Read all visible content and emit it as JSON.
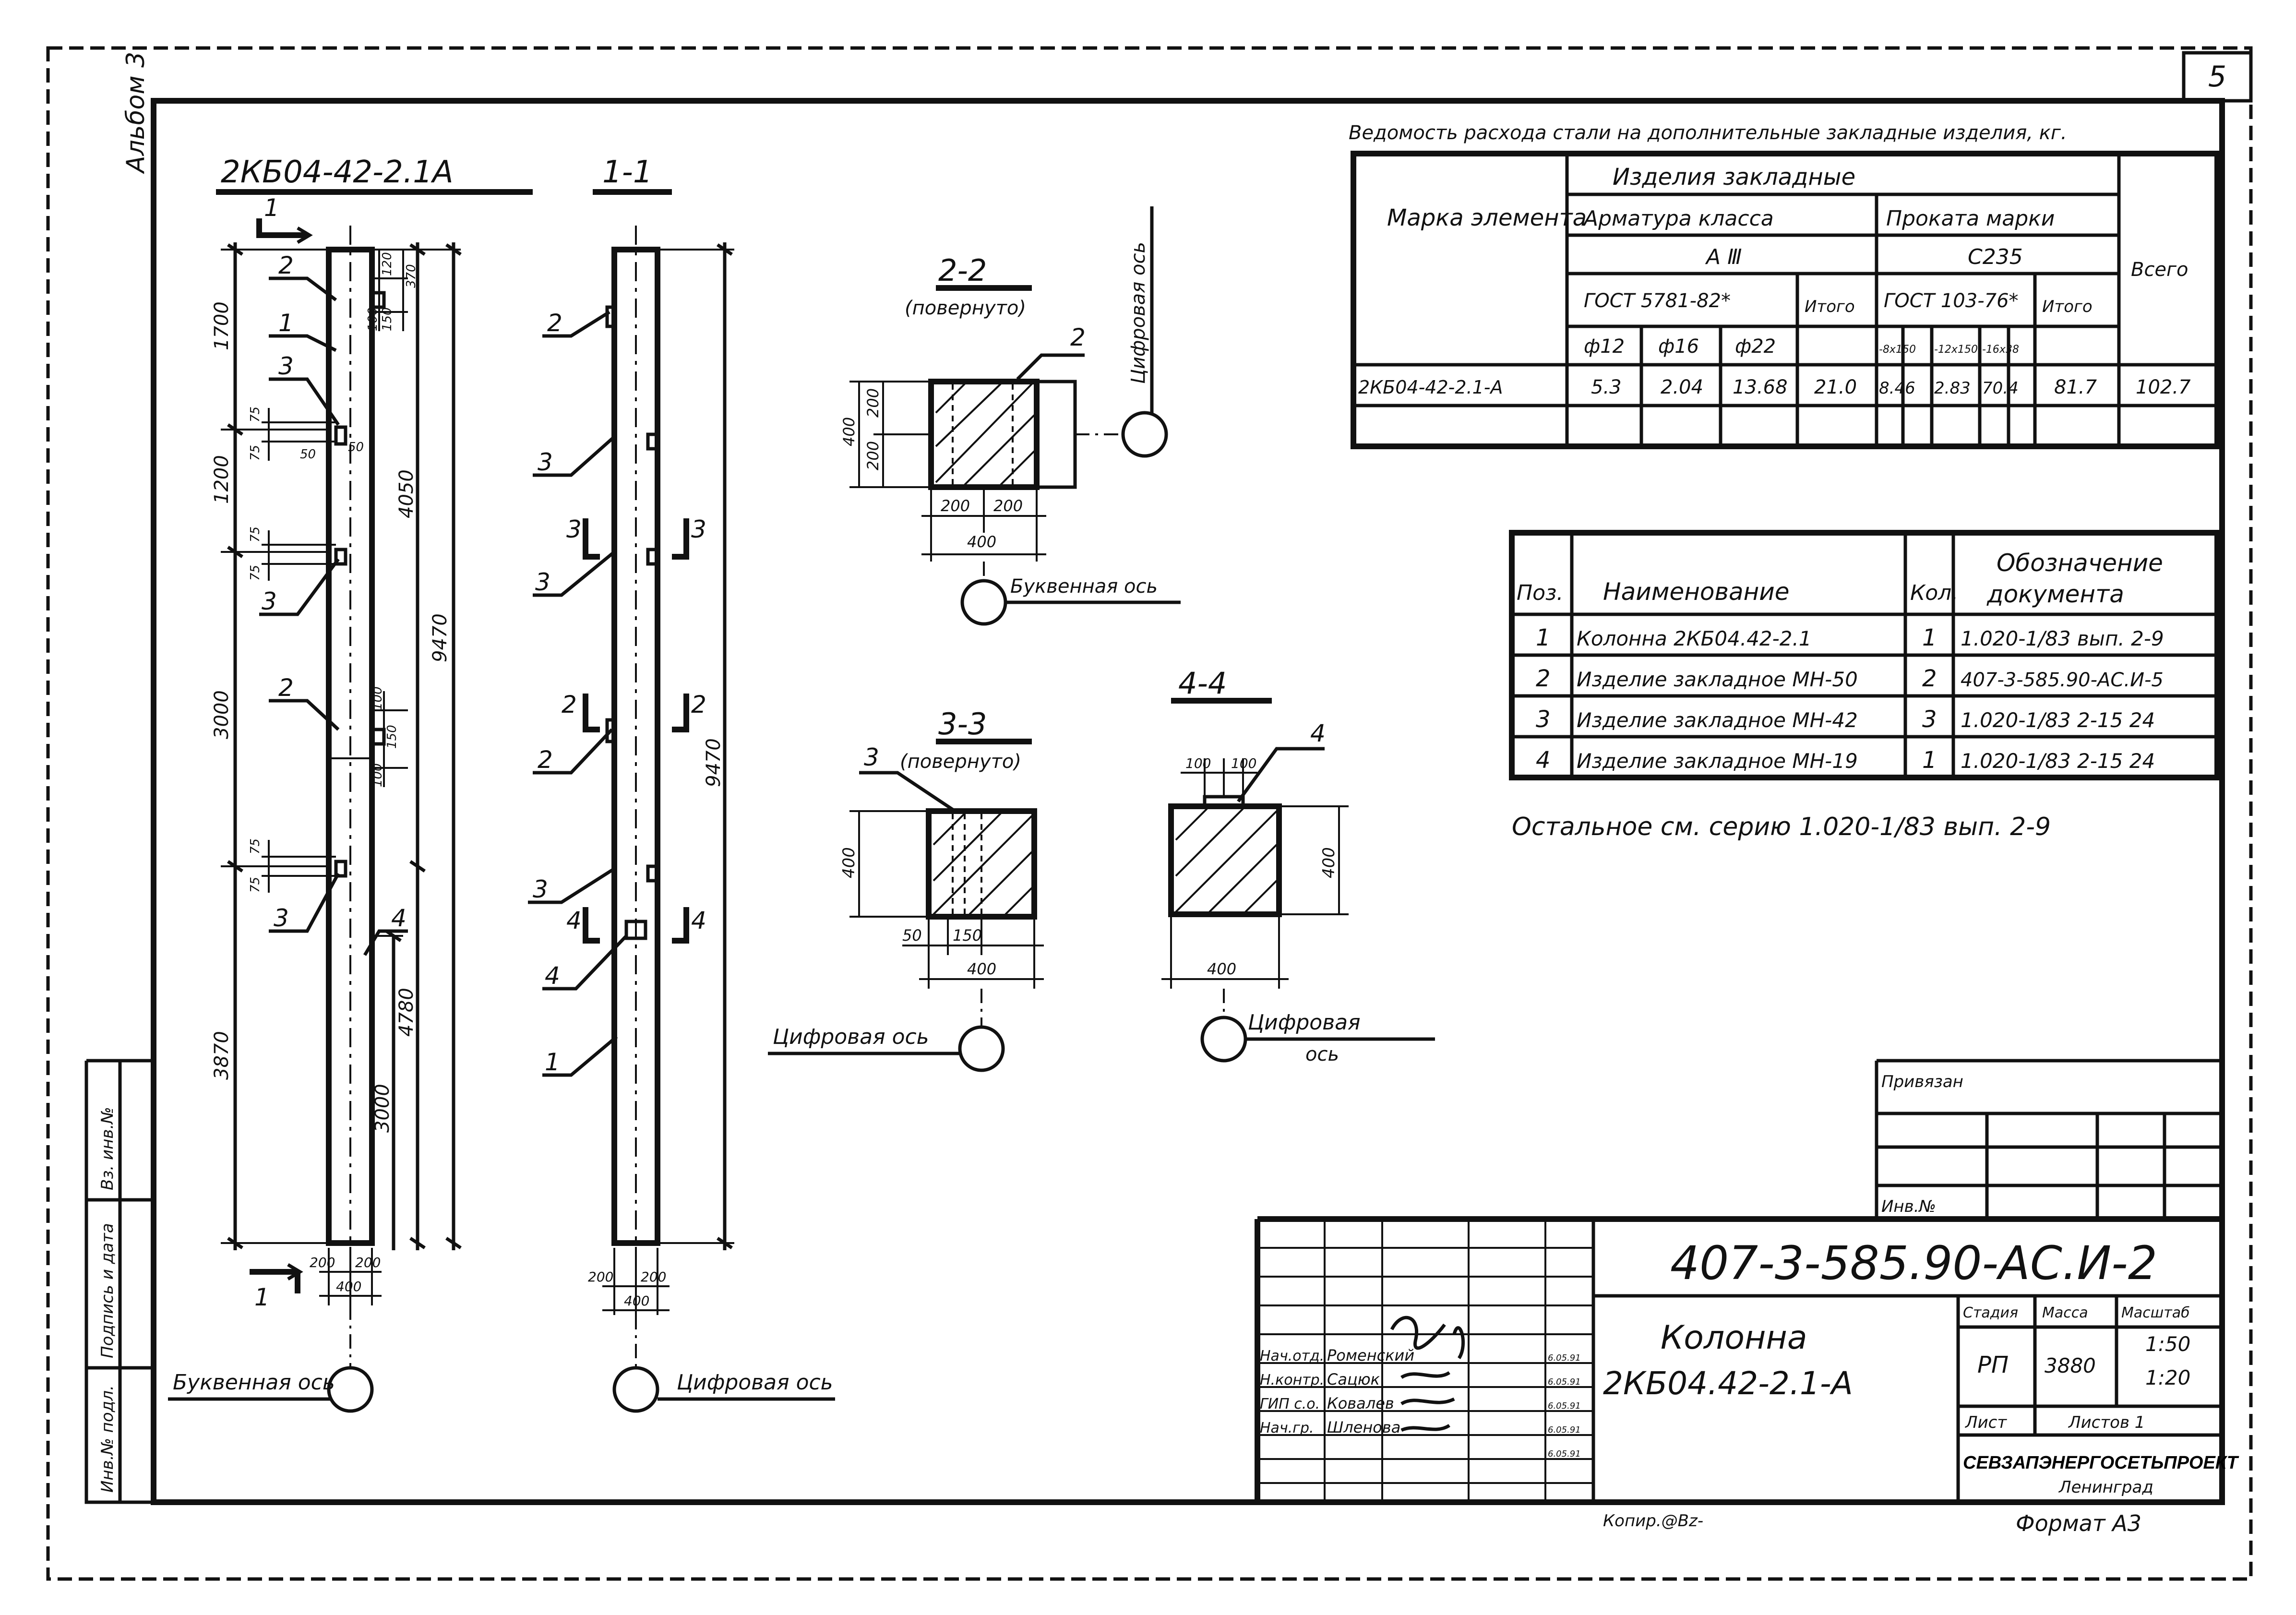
{
  "sheet": {
    "page_number": "5",
    "album_label": "Альбом 3",
    "stamp_row_labels": [
      "Инв.№ подл.",
      "Подпись и дата",
      "Вз. инв.№"
    ],
    "bottom_notes": {
      "copied_by": "Копир.@Bz-",
      "format": "Формат А3"
    }
  },
  "views": {
    "elevation_a": {
      "title": "2КБ04-42-2.1А",
      "section_mark": "1",
      "left_dims": [
        "1700",
        "1200",
        "3000",
        "3870"
      ],
      "middle_dims": [
        "4050",
        "4780",
        "3000"
      ],
      "outer_dim": "9470",
      "small_dims": [
        "120",
        "100",
        "150",
        "370",
        "75",
        "75",
        "50",
        "50",
        "75",
        "75",
        "100",
        "150",
        "100",
        "75",
        "75"
      ],
      "callouts": [
        "2",
        "1",
        "3",
        "3",
        "2",
        "3",
        "4"
      ],
      "width_dims": [
        "200",
        "200",
        "400"
      ],
      "axis_label": "Буквенная ось"
    },
    "elevation_1_1": {
      "title": "1-1",
      "callouts": [
        "2",
        "3",
        "3",
        "2",
        "3",
        "4",
        "1"
      ],
      "section_marks": [
        "3",
        "3",
        "2",
        "2",
        "4",
        "4"
      ],
      "outer_dim": "9470",
      "width_dims": [
        "200",
        "200",
        "400"
      ],
      "axis_label": "Цифровая ось"
    },
    "section_2_2": {
      "title": "2-2",
      "subtitle": "(повернуто)",
      "callout": "2",
      "dims_vertical": [
        "200",
        "200",
        "400"
      ],
      "dims_horizontal": [
        "200",
        "200",
        "400"
      ],
      "axis_right": "Цифровая ось",
      "axis_bottom": "Буквенная ось"
    },
    "section_3_3": {
      "title": "3-3",
      "subtitle": "(повернуто)",
      "callout": "3",
      "dims": [
        "400",
        "50",
        "150",
        "400"
      ],
      "axis_label": "Цифровая ось"
    },
    "section_4_4": {
      "title": "4-4",
      "callout": "4",
      "dims": [
        "100",
        "100",
        "400",
        "400"
      ],
      "axis_label": "Цифровая ось"
    }
  },
  "steel_table": {
    "caption": "Ведомость расхода стали на дополнительные закладные изделия, кг.",
    "header": {
      "mark": "Марка элемента",
      "embedded": "Изделия закладные",
      "rebar": "Арматура класса",
      "rebar_class": "А Ⅲ",
      "rebar_gost": "ГОСТ 5781-82*",
      "rolled": "Проката марки",
      "rolled_grade": "С235",
      "rolled_gost": "ГОСТ 103-76*",
      "subtotal": "Итого",
      "total": "Всего",
      "rebar_cols": [
        "ф12",
        "ф16",
        "ф22"
      ],
      "rolled_cols": [
        "-8х150",
        "-12х150",
        "-16х38"
      ]
    },
    "row": {
      "mark": "2КБ04-42-2.1-А",
      "rebar": [
        "5.3",
        "2.04",
        "13.68"
      ],
      "rebar_total": "21.0",
      "rolled": [
        "8.46",
        "2.83",
        "70.4"
      ],
      "rolled_total": "81.7",
      "total": "102.7"
    }
  },
  "spec_table": {
    "headers": {
      "pos": "Поз.",
      "name": "Наименование",
      "qty": "Кол.",
      "doc": "Обозначение документа"
    },
    "rows": [
      {
        "pos": "1",
        "name": "Колонна 2КБ04.42-2.1",
        "qty": "1",
        "doc": "1.020-1/83 вып. 2-9"
      },
      {
        "pos": "2",
        "name": "Изделие закладное МН-50",
        "qty": "2",
        "doc": "407-3-585.90-АС.И-5"
      },
      {
        "pos": "3",
        "name": "Изделие закладное МН-42",
        "qty": "3",
        "doc": "1.020-1/83 2-15 24"
      },
      {
        "pos": "4",
        "name": "Изделие закладное МН-19",
        "qty": "1",
        "doc": "1.020-1/83 2-15 24"
      }
    ],
    "note": "Остальное см. серию 1.020-1/83 вып. 2-9"
  },
  "title_block": {
    "binding": "Привязан",
    "inv_no": "Инв.№",
    "code": "407-3-585.90-АС.И-2",
    "name_line1": "Колонна",
    "name_line2": "2КБ04.42-2.1-А",
    "stage_label": "Стадия",
    "mass_label": "Масса",
    "scale_label": "Масштаб",
    "stage": "РП",
    "mass": "3880",
    "scale": [
      "1:50",
      "1:20"
    ],
    "sheet_label": "Лист",
    "sheets_label": "Листов 1",
    "org": "СЕВЗАПЭНЕРГОСЕТЬПРОЕКТ",
    "city": "Ленинград",
    "signatures": [
      {
        "role": "Нач.отд.",
        "name": "Роменский",
        "date": "6.05.91"
      },
      {
        "role": "Н.контр.",
        "name": "Сацюк",
        "date": "6.05.91"
      },
      {
        "role": "ГИП с.о.",
        "name": "Ковалев",
        "date": "6.05.91"
      },
      {
        "role": "Нач.гр.",
        "name": "Шленова",
        "date": "6.05.91"
      }
    ],
    "extra_date": "6.05.91"
  }
}
